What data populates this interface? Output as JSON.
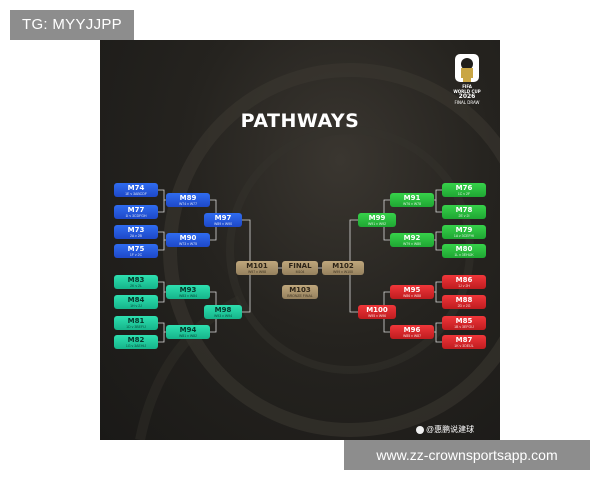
{
  "top_tag": "TG: MYYJJPP",
  "url_tag": "www.zz-crownsportsapp.com",
  "poster": {
    "title": "PATHWAYS",
    "logo": {
      "line1": "FIFA",
      "line2": "WORLD CUP",
      "line3": "2026",
      "line4": "FINAL DRAW",
      "icon": "world-cup-trophy-icon"
    },
    "watermark": "@惠鹏说建球"
  },
  "colors": {
    "blue": "#2a5fe6",
    "teal": "#22d3a3",
    "green": "#2bc23f",
    "red": "#e02a2d",
    "gold": "#b09a72",
    "background": "#24221e"
  },
  "matches": {
    "m74": {
      "code": "M74",
      "sub": "1E v 3ABCDF"
    },
    "m77": {
      "code": "M77",
      "sub": "1I v 3CDFGH"
    },
    "m73": {
      "code": "M73",
      "sub": "2A v 2B"
    },
    "m75": {
      "code": "M75",
      "sub": "1F v 2C"
    },
    "m83": {
      "code": "M83",
      "sub": "2K v 2L"
    },
    "m84": {
      "code": "M84",
      "sub": "1H v 2J"
    },
    "m81": {
      "code": "M81",
      "sub": "1D v 3BEFIJ"
    },
    "m82": {
      "code": "M82",
      "sub": "1G v 3AEHIJ"
    },
    "m89": {
      "code": "M89",
      "sub": "W74 v W77"
    },
    "m90": {
      "code": "M90",
      "sub": "W73 v W75"
    },
    "m93": {
      "code": "M93",
      "sub": "W83 v W84"
    },
    "m94": {
      "code": "M94",
      "sub": "W81 v W82"
    },
    "m97": {
      "code": "M97",
      "sub": "W89 v W90"
    },
    "m98": {
      "code": "M98",
      "sub": "W93 v W94"
    },
    "m101": {
      "code": "M101",
      "sub": "W97 v W98"
    },
    "final": {
      "code": "FINAL",
      "sub": "M104"
    },
    "m102": {
      "code": "M102",
      "sub": "W99 v W100"
    },
    "m103": {
      "code": "M103",
      "sub": "BRONZE FINAL"
    },
    "m76": {
      "code": "M76",
      "sub": "1C v 2F"
    },
    "m78": {
      "code": "M78",
      "sub": "2E v 2I"
    },
    "m79": {
      "code": "M79",
      "sub": "1A v 3CEFHI"
    },
    "m80": {
      "code": "M80",
      "sub": "1L v 3EHIJK"
    },
    "m86": {
      "code": "M86",
      "sub": "1J v 2H"
    },
    "m88": {
      "code": "M88",
      "sub": "2D v 2G"
    },
    "m85": {
      "code": "M85",
      "sub": "1B v 3EFGIJ"
    },
    "m87": {
      "code": "M87",
      "sub": "1K v 3DEIJL"
    },
    "m91": {
      "code": "M91",
      "sub": "W76 v W78"
    },
    "m92": {
      "code": "M92",
      "sub": "W79 v W80"
    },
    "m95": {
      "code": "M95",
      "sub": "W86 v W88"
    },
    "m96": {
      "code": "M96",
      "sub": "W85 v W87"
    },
    "m99": {
      "code": "M99",
      "sub": "W91 v W92"
    },
    "m100": {
      "code": "M100",
      "sub": "W95 v W96"
    }
  }
}
